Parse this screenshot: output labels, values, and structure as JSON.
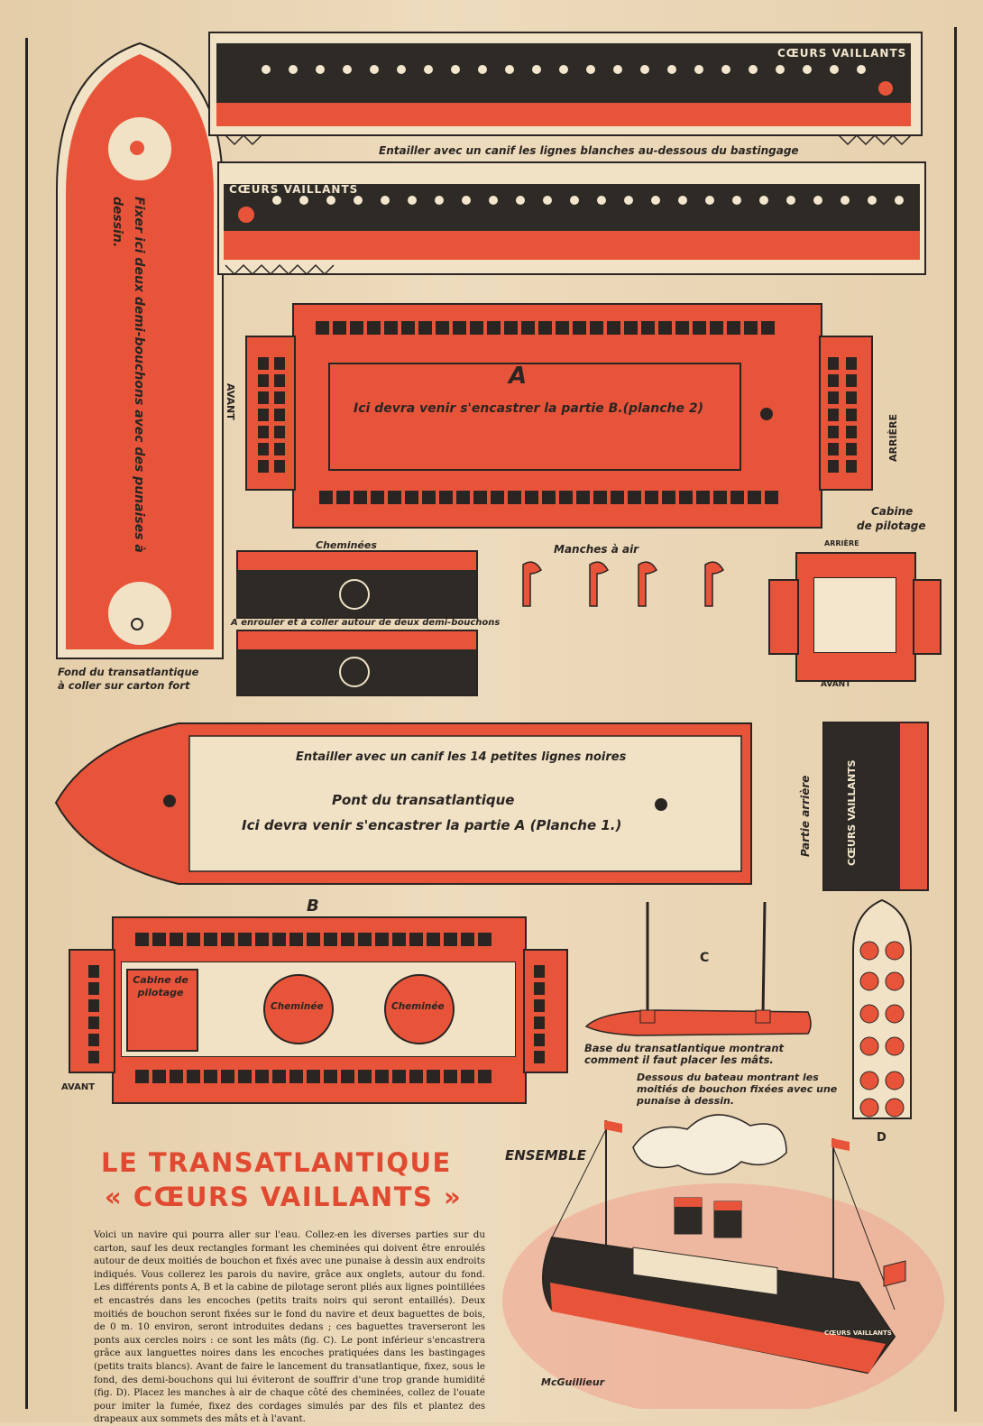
{
  "hull_side": {
    "brand": "CŒURS VAILLANTS"
  },
  "bottom_piece": {
    "instruction": "Fixer ici deux demi-bouchons avec des punaises à dessin.",
    "caption_line1": "Fond du transatlantique",
    "caption_line2": "à coller sur carton fort"
  },
  "cut_note_top": "Entailler avec un canif les lignes blanches au-dessous du bastingage",
  "deck_a": {
    "letter": "A",
    "text": "Ici devra venir s'encastrer la partie B.(planche 2)",
    "front_label": "AVANT",
    "rear_label": "ARRIÈRE"
  },
  "chimneys": {
    "label": "Cheminées",
    "note": "A enrouler et à coller autour de deux demi-bouchons"
  },
  "air_vents": {
    "label": "Manches à air"
  },
  "pilot_cabin": {
    "label_line1": "Cabine",
    "label_line2": "de pilotage",
    "rear_tab": "ARRIÈRE",
    "front_tab": "AVANT"
  },
  "main_deck": {
    "cut_note": "Entailler avec un canif les 14 petites lignes noires",
    "title": "Pont du transatlantique",
    "text": "Ici devra venir s'encastrer la partie A (Planche 1.)"
  },
  "stern_part": {
    "label": "Partie arrière",
    "brand": "CŒURS VAILLANTS"
  },
  "deck_b": {
    "letter": "B",
    "cabin_label": "Cabine de pilotage",
    "chimney1": "Cheminée",
    "chimney2": "Cheminée",
    "front_label": "AVANT"
  },
  "fig_c": {
    "letter": "C",
    "caption": "Base du transatlantique montrant comment il faut placer les mâts."
  },
  "fig_d": {
    "letter": "D",
    "caption": "Dessous du bateau montrant les moitiés de bouchon fixées avec une punaise à dessin."
  },
  "ensemble": {
    "label": "ENSEMBLE",
    "signature": "McGuillieur",
    "ship_name": "CŒURS VAILLANTS"
  },
  "article": {
    "title_line1": "LE TRANSATLANTIQUE",
    "title_line2": "« CŒURS VAILLANTS »",
    "body": "Voici un navire qui pourra aller sur l'eau. Collez-en les diverses parties sur du carton, sauf les deux rectangles formant les cheminées qui doivent être enroulés autour de deux moitiés de bouchon et fixés avec une punaise à dessin aux endroits indiqués. Vous collerez les parois du navire, grâce aux onglets, autour du fond. Les différents ponts A, B et la cabine de pilotage seront pliés aux lignes pointillées et encastrés dans les encoches (petits traits noirs qui seront entaillés). Deux moitiés de bouchon seront fixées sur le fond du navire et deux baguettes de bois, de 0 m. 10 environ, seront introduites dedans ; ces baguettes traverseront les ponts aux cercles noirs : ce sont les mâts (fig. C). Le pont inférieur s'encastrera grâce aux languettes noires dans les encoches pratiquées dans les bastingages (petits traits blancs). Avant de faire le lancement du transatlantique, fixez, sous le fond, des demi-bouchons qui lui éviteront de souffrir d'une trop grande humidité (fig. D). Placez les manches à air de chaque côté des cheminées, collez de l'ouate pour imiter la fumée, fixez des cordages simulés par des fils et plantez des drapeaux aux sommets des mâts et à l'avant."
  },
  "colors": {
    "accent_red": "#e8543a",
    "ink": "#2e2b27",
    "paper": "#e9d5b4"
  }
}
